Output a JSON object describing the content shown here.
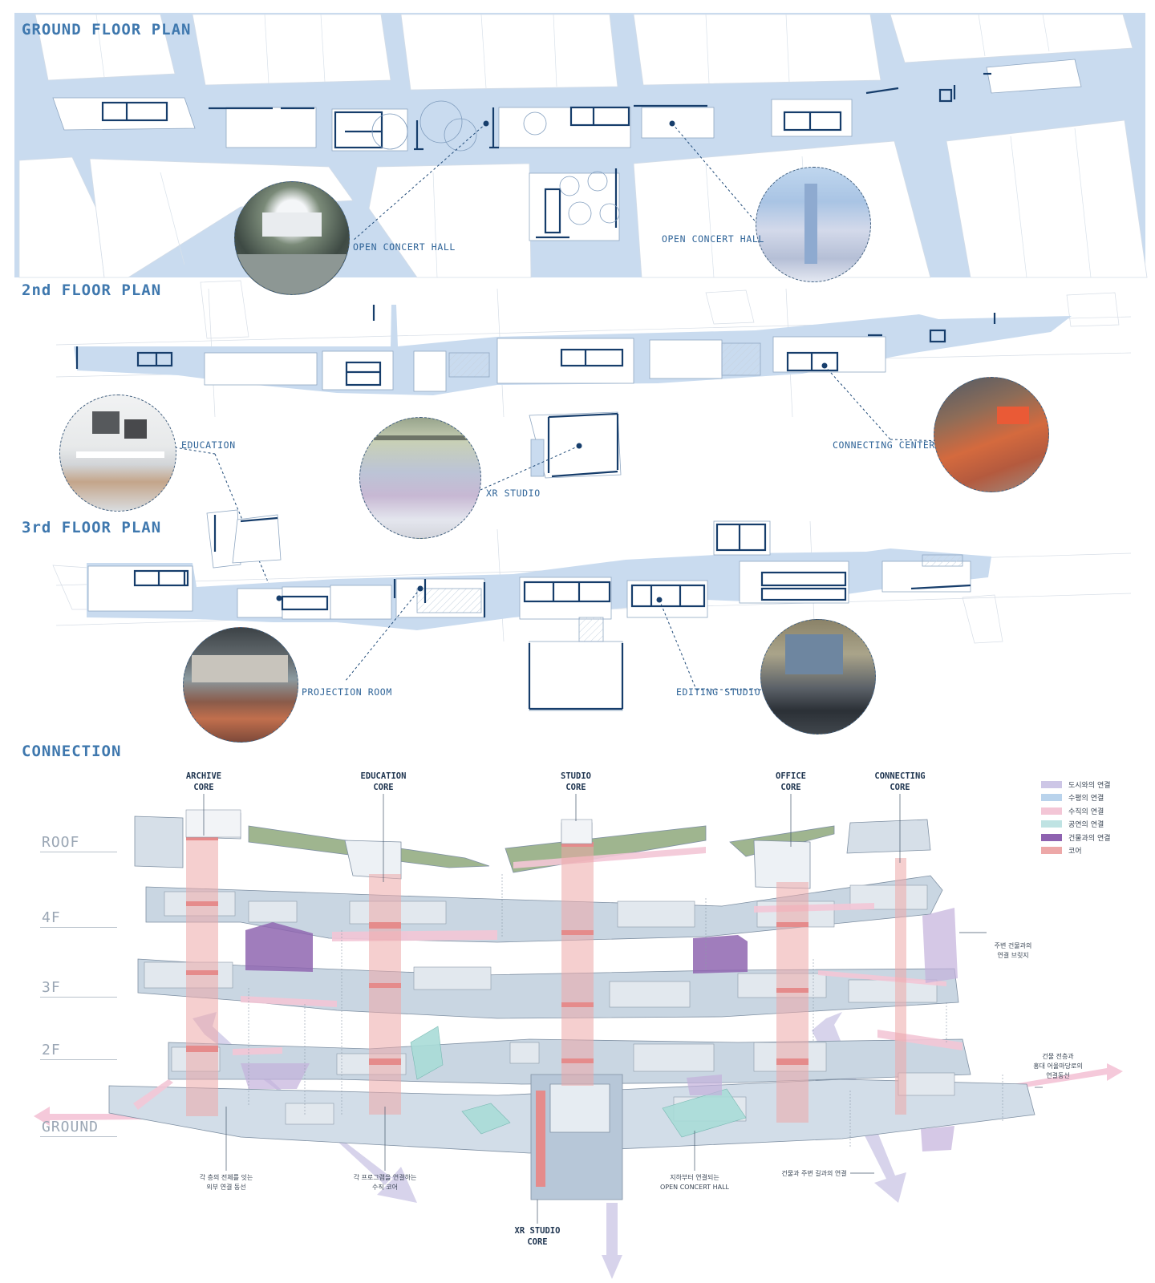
{
  "sections": {
    "ground": "GROUND FLOOR PLAN",
    "second": "2nd FLOOR PLAN",
    "third": "3rd FLOOR PLAN",
    "connection": "CONNECTION"
  },
  "plan_labels": {
    "open_concert_hall_left": "OPEN CONCERT HALL",
    "open_concert_hall_right": "OPEN CONCERT HALL",
    "education": "EDUCATION",
    "xr_studio": "XR STUDIO",
    "connecting_center": "CONNECTING CENTER",
    "projection_room": "PROJECTION ROOM",
    "editing_studio": "EDITING STUDIO"
  },
  "floors": [
    "ROOF",
    "4F",
    "3F",
    "2F",
    "GROUND"
  ],
  "cores": {
    "archive": [
      "ARCHIVE",
      "CORE"
    ],
    "education": [
      "EDUCATION",
      "CORE"
    ],
    "studio": [
      "STUDIO",
      "CORE"
    ],
    "office": [
      "OFFICE",
      "CORE"
    ],
    "connecting": [
      "CONNECTING",
      "CORE"
    ],
    "xr_studio": [
      "XR STUDIO",
      "CORE"
    ]
  },
  "legend": [
    {
      "label": "도시와의 연결",
      "color": "#cdc6e6"
    },
    {
      "label": "수평의 연결",
      "color": "#b9d3ec"
    },
    {
      "label": "수직의 연결",
      "color": "#f3c6d6"
    },
    {
      "label": "공연의 연결",
      "color": "#bfe3e3"
    },
    {
      "label": "건물과의 연결",
      "color": "#8e62b0"
    },
    {
      "label": "코어",
      "color": "#eda8a8"
    }
  ],
  "notes": {
    "bridge": [
      "주변 건물과의",
      "연결 브릿지"
    ],
    "street": [
      "건물 전층과",
      "홍대 어울마당로의",
      "연결동선"
    ],
    "external": [
      "각 층의 전체를 잇는",
      "외부 연결 동선"
    ],
    "program_core": [
      "각 프로그램을 연결하는",
      "수직 코어"
    ],
    "underground": [
      "지하부터 연결되는",
      "OPEN CONCERT HALL"
    ],
    "surrounding": [
      "건물과 주변 길과의 연결"
    ]
  }
}
